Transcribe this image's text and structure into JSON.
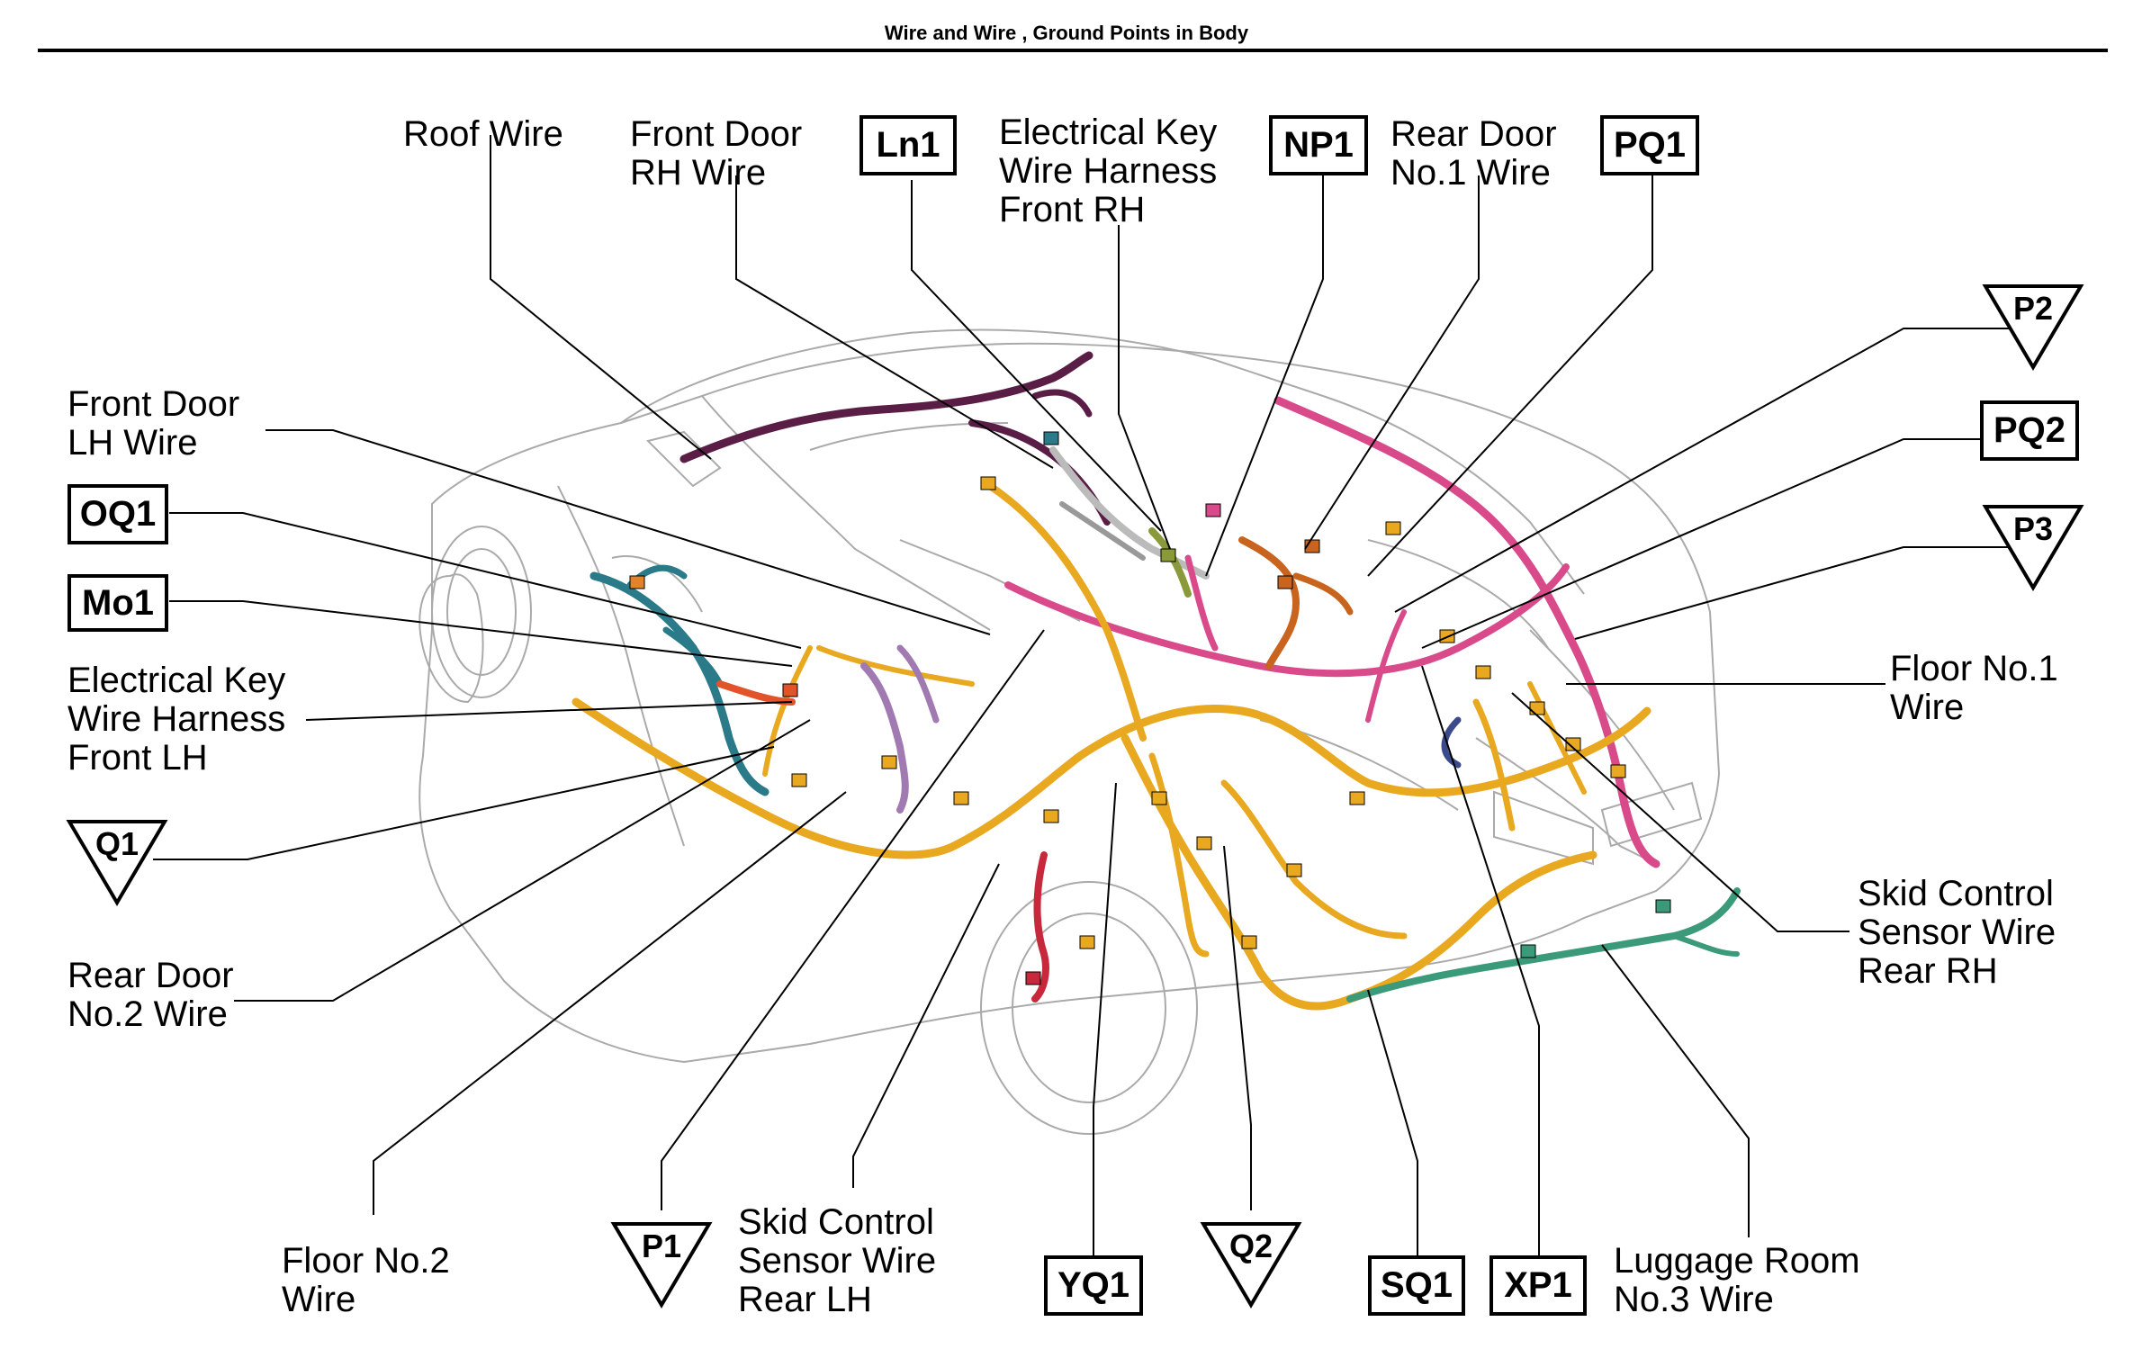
{
  "title": "Wire and Wire , Ground Points in Body",
  "wire_labels": {
    "roof": [
      "Roof Wire"
    ],
    "front_door_rh": [
      "Front Door",
      "RH Wire"
    ],
    "electrical_key_front_rh": [
      "Electrical Key",
      "Wire Harness",
      "Front RH"
    ],
    "rear_door_no1": [
      "Rear Door",
      "No.1 Wire"
    ],
    "front_door_lh": [
      "Front Door",
      "LH Wire"
    ],
    "electrical_key_front_lh": [
      "Electrical Key",
      "Wire Harness",
      "Front LH"
    ],
    "floor_no1": [
      "Floor No.1",
      "Wire"
    ],
    "skid_control_rear_rh": [
      "Skid Control",
      "Sensor Wire",
      "Rear RH"
    ],
    "rear_door_no2": [
      "Rear Door",
      "No.2 Wire"
    ],
    "floor_no2": [
      "Floor No.2",
      "Wire"
    ],
    "skid_control_rear_lh": [
      "Skid Control",
      "Sensor Wire",
      "Rear LH"
    ],
    "luggage_room_no3": [
      "Luggage Room",
      "No.3 Wire"
    ]
  },
  "connector_codes": {
    "ln1": "Ln1",
    "np1": "NP1",
    "pq1": "PQ1",
    "pq2": "PQ2",
    "oq1": "OQ1",
    "mo1": "Mo1",
    "yq1": "YQ1",
    "sq1": "SQ1",
    "xp1": "XP1"
  },
  "ground_points": {
    "p2": "P2",
    "p3": "P3",
    "q1": "Q1",
    "p1": "P1",
    "q2": "Q2"
  },
  "colors": {
    "roof": "#5a1e46",
    "pink": "#d84a8a",
    "yellow": "#e8a820",
    "orange": "#c8641e",
    "teal": "#2a7a8a",
    "purple": "#a07ab0",
    "red": "#c8283c",
    "green": "#3a9a7a",
    "navy": "#3a4a8a",
    "olive": "#8a9a3a"
  }
}
